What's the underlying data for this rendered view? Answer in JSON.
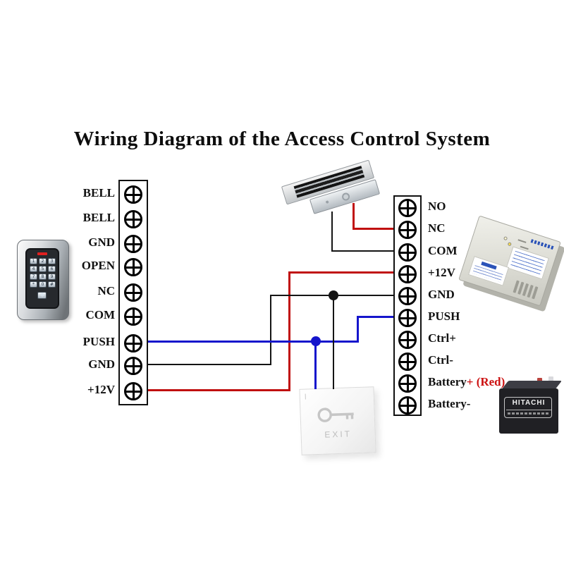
{
  "title": "Wiring Diagram of the Access Control System",
  "left_block": {
    "labels": [
      "BELL",
      "BELL",
      "GND",
      "OPEN",
      "NC",
      "COM",
      "PUSH",
      "GND",
      "+12V"
    ]
  },
  "right_block": {
    "labels": [
      {
        "text": "NO",
        "red": ""
      },
      {
        "text": "NC",
        "red": ""
      },
      {
        "text": "COM",
        "red": ""
      },
      {
        "text": "+12V",
        "red": ""
      },
      {
        "text": "GND",
        "red": ""
      },
      {
        "text": "PUSH",
        "red": ""
      },
      {
        "text": "Ctrl+",
        "red": ""
      },
      {
        "text": "Ctrl-",
        "red": ""
      },
      {
        "text": "Battery",
        "red": "+ (Red)"
      },
      {
        "text": "Battery-",
        "red": ""
      }
    ]
  },
  "keypad": {
    "keys": [
      "1",
      "2",
      "3",
      "4",
      "5",
      "6",
      "7",
      "8",
      "9",
      "*",
      "0",
      "#"
    ]
  },
  "exit_button": {
    "label": "EXIT"
  },
  "battery": {
    "brand": "HITACHI"
  },
  "icons": {
    "keypad_device": "metal-keypad-access-controller",
    "maglock": "electromagnetic-door-lock",
    "power_supply": "access-control-power-supply-box",
    "exit_key_icon": "key-icon",
    "doorbell_icon": "doorbell-icon"
  },
  "colors": {
    "wire_red": "#c01010",
    "wire_black": "#141414",
    "wire_blue": "#1515cc",
    "battery_plus_red": "#cc1111"
  }
}
